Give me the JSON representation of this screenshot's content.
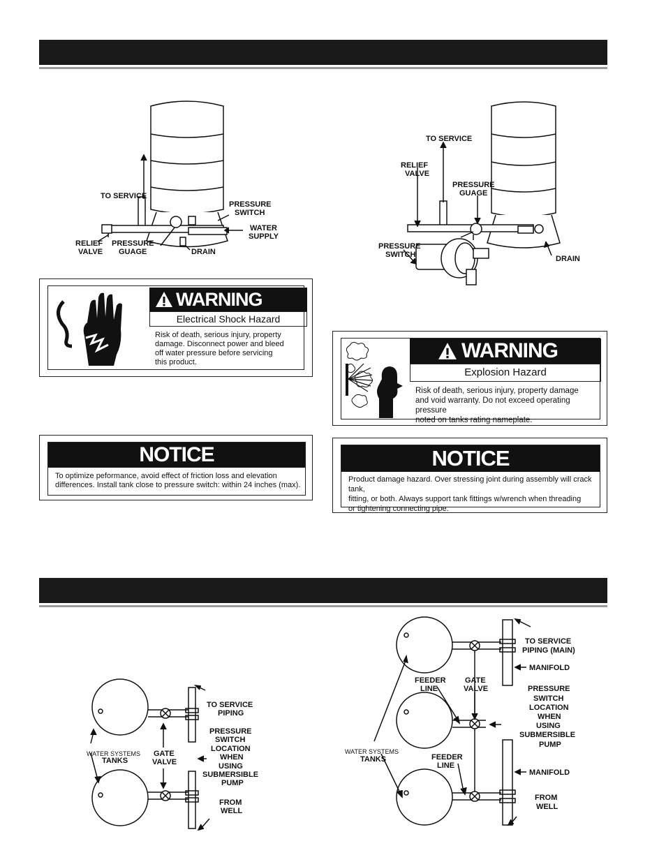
{
  "section_bars": {
    "top": "",
    "bottom": ""
  },
  "diagram_left": {
    "to_service": "TO SERVICE",
    "pressure_switch": [
      "PRESSURE",
      "SWITCH"
    ],
    "water_supply": [
      "WATER",
      "SUPPLY"
    ],
    "relief_valve": [
      "RELIEF",
      "VALVE"
    ],
    "pressure_gauge": [
      "PRESSURE",
      "GUAGE"
    ],
    "drain": "DRAIN"
  },
  "diagram_right": {
    "to_service": "TO SERVICE",
    "relief_valve": [
      "RELIEF",
      "VALVE"
    ],
    "pressure_gauge": [
      "PRESSURE",
      "GUAGE"
    ],
    "pressure_switch": [
      "PRESSURE",
      "SWITCH"
    ],
    "drain": "DRAIN"
  },
  "warning_electrical": {
    "signal_word": "WARNING",
    "hazard": "Electrical Shock Hazard",
    "lines": [
      "Risk of death, serious injury, property",
      "damage. Disconnect power and bleed",
      "off water pressure before servicing",
      "this product."
    ]
  },
  "warning_explosion": {
    "signal_word": "WARNING",
    "hazard": "Explosion Hazard",
    "lines": [
      "Risk of death, serious injury, property damage",
      "and void warranty. Do not exceed operating pressure",
      "noted on tanks rating nameplate."
    ]
  },
  "notice_left": {
    "signal_word": "NOTICE",
    "lines": [
      "To optimize peformance, avoid effect of friction loss and elevation",
      "differences. Install tank close to pressure switch: within 24 inches (max)."
    ]
  },
  "notice_right": {
    "signal_word": "NOTICE",
    "lines": [
      "Product damage hazard. Over stressing joint during assembly will crack tank,",
      "fitting, or both. Always support tank fittings w/wrench when threading",
      "or tightening connecting pipe."
    ]
  },
  "manifold_left": {
    "to_service": [
      "TO SERVICE",
      "PIPING"
    ],
    "pressure_switch": [
      "PRESSURE",
      "SWITCH",
      "LOCATION",
      "WHEN",
      "USING",
      "SUBMERSIBLE",
      "PUMP"
    ],
    "water_systems": "WATER SYSTEMS",
    "tanks": "TANKS",
    "gate_valve": [
      "GATE",
      "VALVE"
    ],
    "from_well": [
      "FROM",
      "WELL"
    ]
  },
  "manifold_right": {
    "to_service": [
      "TO SERVICE",
      "PIPING (MAIN)"
    ],
    "manifold_top": "MANIFOLD",
    "feeder_top": [
      "FEEDER",
      "LINE"
    ],
    "gate_valve": [
      "GATE",
      "VALVE"
    ],
    "pressure_switch": [
      "PRESSURE",
      "SWITCH",
      "LOCATION",
      "WHEN",
      "USING",
      "SUBMERSIBLE",
      "PUMP"
    ],
    "water_systems": "WATER SYSTEMS",
    "tanks": "TANKS",
    "feeder_bottom": [
      "FEEDER",
      "LINE"
    ],
    "manifold_bottom": "MANIFOLD",
    "from_well": [
      "FROM",
      "WELL"
    ]
  }
}
